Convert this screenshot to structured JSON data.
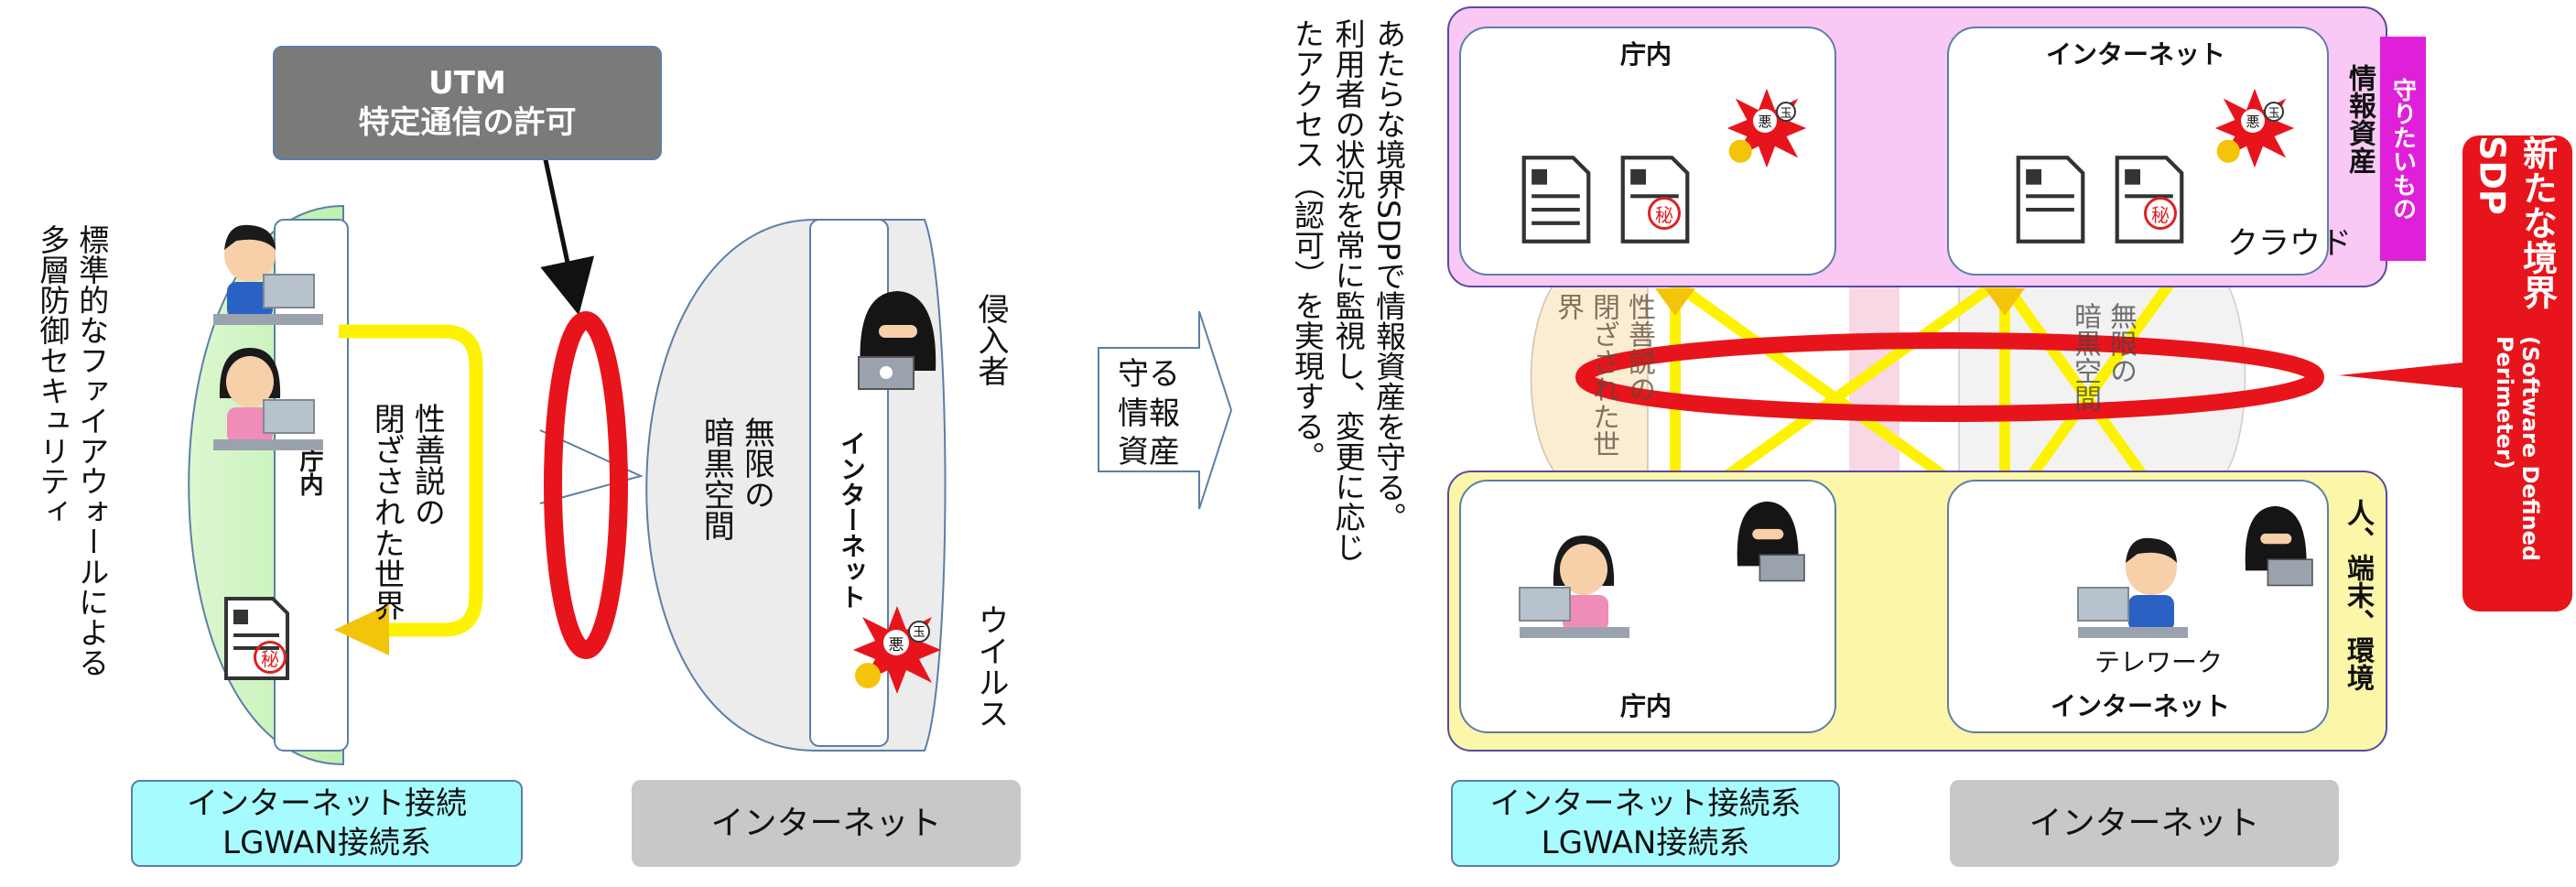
{
  "left": {
    "caption": "標準的なファイアウォールによる多層防御セキュリティ",
    "utm_line1": "UTM",
    "utm_line2": "特定通信の許可",
    "office_label": "庁内",
    "closed_world": "性善説の\n閉ざされた世界",
    "internet_label": "インターネット",
    "dark_space": "無限の\n暗黒空間",
    "intruder_label": "侵入者",
    "virus_label": "ウイルス",
    "bottom_left": "インターネット接続\nLGWAN接続系",
    "bottom_right": "インターネット"
  },
  "arrow_label": "守る\n情報\n資産",
  "right": {
    "caption": "あたらな境界SDPで情報資産を守る。\n利用者の状況を常に監視し、変更に応じたアクセス（認可）を実現する。",
    "office_label_top": "庁内",
    "internet_label_top": "インターネット",
    "cloud_label": "クラウド",
    "assets_tag": "守りたいもの",
    "assets_label": "情報資産",
    "people_label": "人、端末、環境",
    "office_label_bottom": "庁内",
    "internet_label_bottom": "インターネット",
    "telework_label": "テレワーク",
    "bg_closed": "性善説の\n閉ざされた世界",
    "bg_dark": "無限の\n暗黒空間",
    "sdp_line1": "新たな境界 SDP",
    "sdp_line2": "(Software Defined Perimeter)",
    "bottom_left": "インターネット接続系\nLGWAN接続系",
    "bottom_right": "インターネット"
  },
  "stamps": {
    "evil": "悪",
    "ball": "玉",
    "secret": "秘"
  },
  "colors": {
    "ring_red": "#e8141c",
    "yellow": "#fdf200",
    "pink_box": "#f9c8f4",
    "yellow_box": "#fbf6a8",
    "cyan_label": "#a6fbff",
    "gray_label": "#c8c8c8",
    "utm_gray": "#7a7a7a",
    "magenta": "#e020d8"
  }
}
